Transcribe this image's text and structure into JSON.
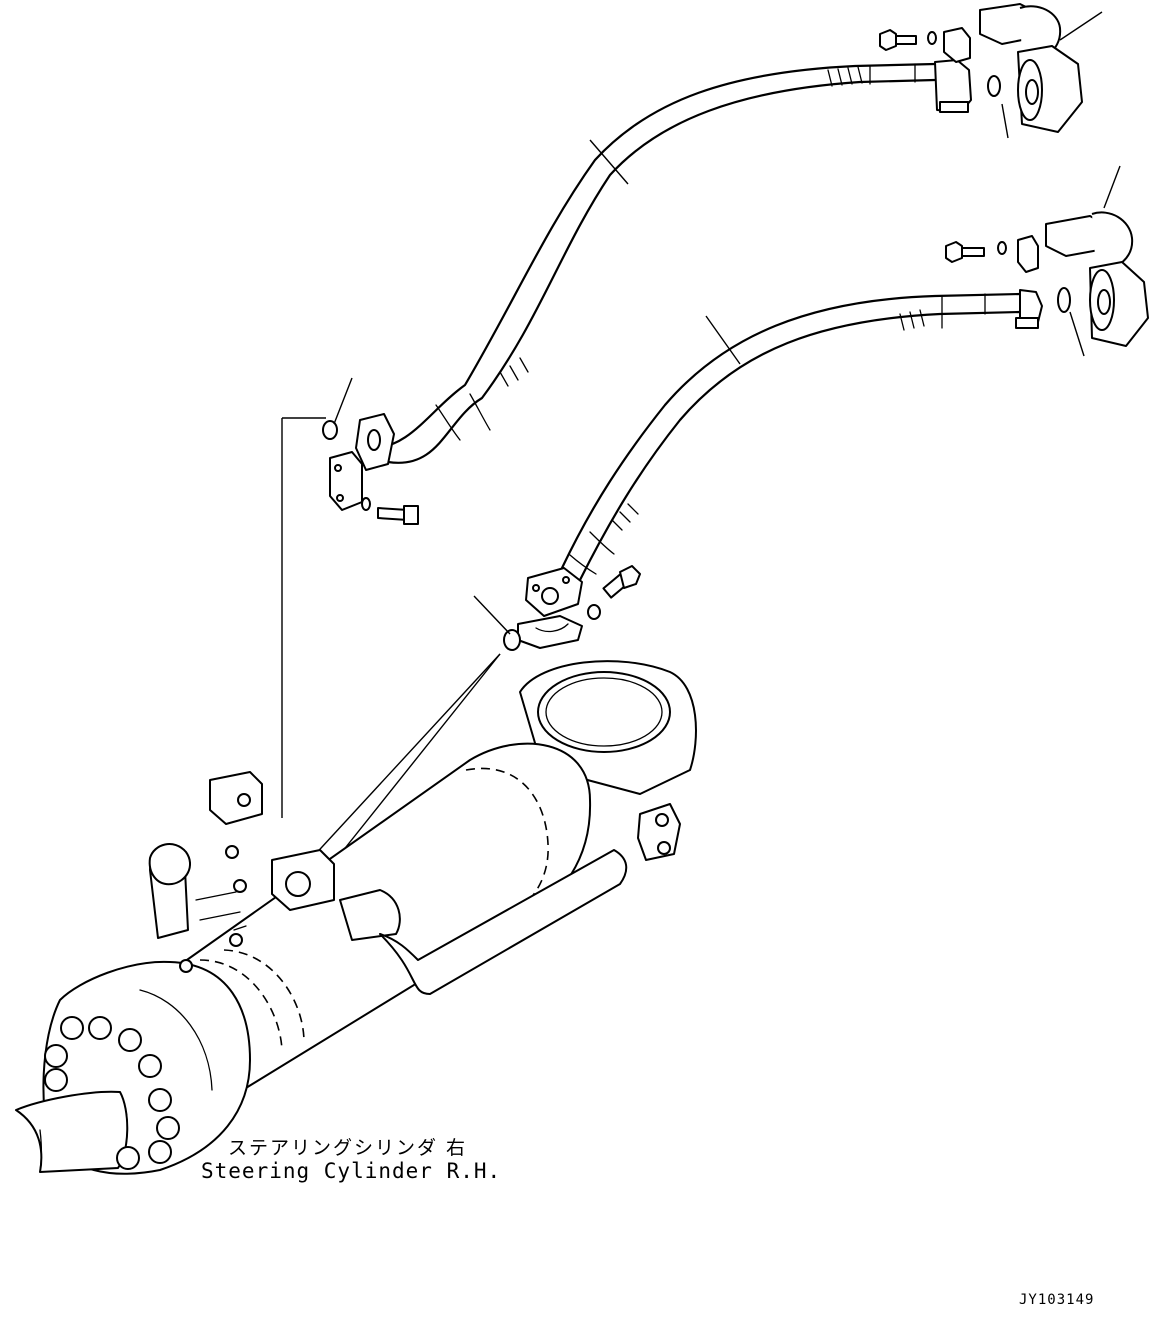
{
  "diagram": {
    "caption_jp": "ステアリングシリンダ 右",
    "caption_en": "Steering Cylinder R.H.",
    "drawing_number": "JY103149"
  },
  "style": {
    "line_color": "#000000",
    "background": "#ffffff"
  }
}
